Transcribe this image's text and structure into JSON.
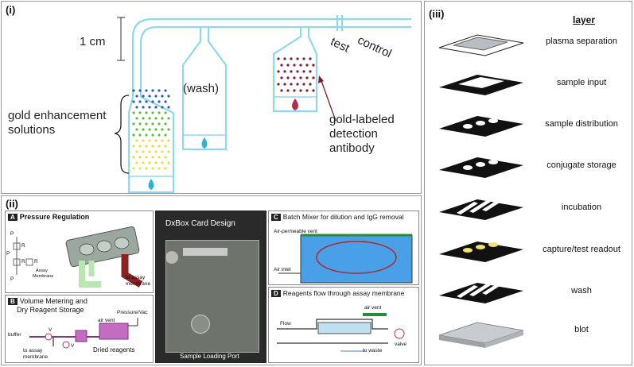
{
  "panel_i": {
    "label": "(i)",
    "scale": "1 cm",
    "wash": "(wash)",
    "test": "test",
    "control": "control",
    "gold_enh_line1": "gold enhancement",
    "gold_enh_line2": "solutions",
    "det_line1": "gold-labeled",
    "det_line2": "detection",
    "det_line3": "antibody"
  },
  "panel_ii": {
    "label": "(ii)",
    "A_badge": "A",
    "A_title": "Pressure Regulation",
    "A_p1": "P",
    "A_pdr": "P",
    "A_r1": "R",
    "A_r2": "R",
    "A_r3": "R",
    "A_p2": "P",
    "A_assay": "Assay",
    "A_membrane": "Membrane",
    "A_to_assay": "to assay",
    "A_to_membrane": "membrane",
    "B_badge": "B",
    "B_title1": "Volume Metering and",
    "B_title2": "Dry Reagent Storage",
    "B_pressure": "Pressure/Vac",
    "B_airvent": "air vent",
    "B_buffer": "buffer",
    "B_v1": "V",
    "B_v2": "V",
    "B_to_assay": "to assay",
    "B_membrane": "membrane",
    "B_dried": "Dried reagents",
    "center_title": "DxBox Card Design",
    "center_port": "Sample Loading Port",
    "C_badge": "C",
    "C_title": "Batch Mixer for dilution and IgG removal",
    "C_vent": "Air-permeable vent",
    "C_inlet": "Air inlet",
    "D_badge": "D",
    "D_title": "Reagents flow through assay membrane",
    "D_airvent": "air vent",
    "D_flow": "Flow",
    "D_valve": "valve",
    "D_waste": "to waste"
  },
  "panel_iii": {
    "label": "(iii)",
    "header": "layer",
    "layers": [
      "plasma separation",
      "sample input",
      "sample distribution",
      "conjugate storage",
      "incubation",
      "capture/test readout",
      "wash",
      "blot"
    ]
  },
  "colors": {
    "channel": "#8ed8ec",
    "dot_blue": "#2a5fb8",
    "dot_green": "#5cbf3a",
    "dot_yellow": "#e8e040",
    "dot_maroon": "#7a1a2a",
    "drop_cyan": "#2ab4d8",
    "drop_red": "#b0304a",
    "arrow": "#7a1a2a"
  }
}
